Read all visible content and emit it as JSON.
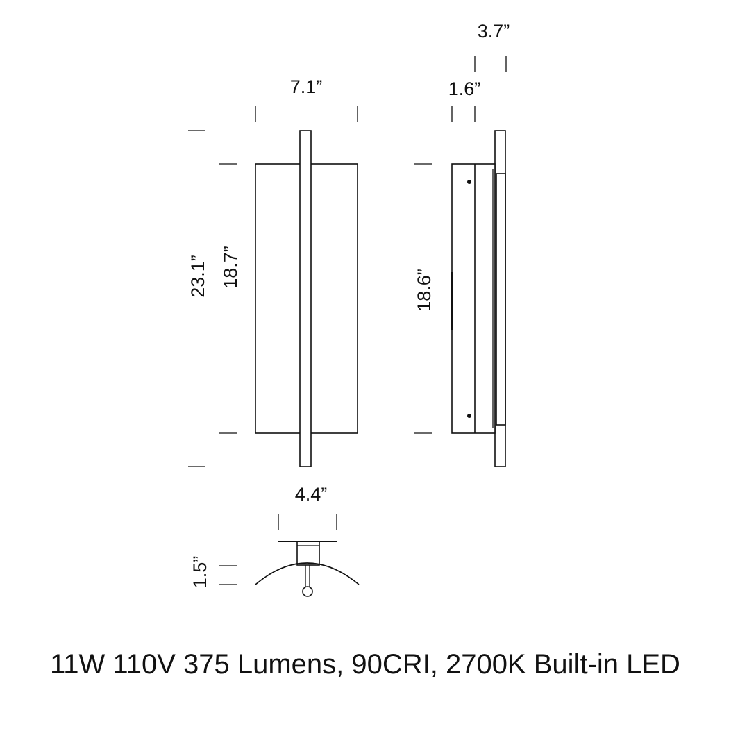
{
  "colors": {
    "line": "#111111",
    "background": "#ffffff"
  },
  "dimensions": {
    "front_width": "7.1”",
    "front_total_height": "23.1”",
    "front_body_height": "18.7”",
    "side_total_depth": "3.7”",
    "side_body_depth": "1.6”",
    "side_height": "18.6”",
    "top_width": "4.4”",
    "top_depth": "1.5”"
  },
  "specs": {
    "line": "11W 110V 375 Lumens, 90CRI, 2700K Built-in LED"
  }
}
